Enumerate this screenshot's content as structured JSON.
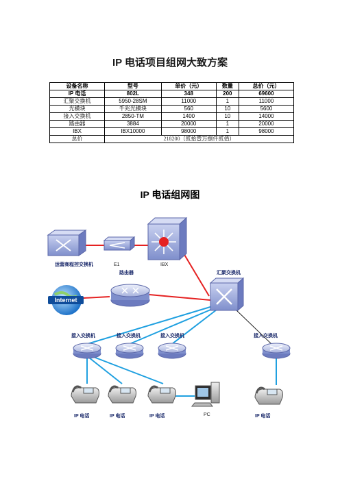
{
  "title": "IP 电话项目组网大致方案",
  "table": {
    "headers": [
      "设备名称",
      "型号",
      "单价（元）",
      "数量",
      "总价（元）"
    ],
    "rows": [
      [
        "IP 电话",
        "802L",
        "348",
        "200",
        "69600"
      ],
      [
        "汇聚交换机",
        "5950-28SM",
        "11000",
        "1",
        "11000"
      ],
      [
        "光模块",
        "千兆光模块",
        "560",
        "10",
        "5600"
      ],
      [
        "接入交换机",
        "2850-TM",
        "1400",
        "10",
        "14000"
      ],
      [
        "路由器",
        "3884",
        "20000",
        "1",
        "20000"
      ],
      [
        "IBX",
        "IBX10000",
        "98000",
        "1",
        "98000"
      ]
    ],
    "total_label": "总价",
    "total_value": "218200（贰拾壹万捌仟贰佰）"
  },
  "diagram_title": "IP 电话组网图",
  "labels": {
    "pbx": "运营商程控交换机",
    "e1": "E1",
    "ibx": "IBX",
    "router": "路由器",
    "core": "汇聚交换机",
    "internet": "Internet",
    "access1": "接入交换机",
    "access2": "接入交换机",
    "access3": "接入交换机",
    "access4": "接入交换机",
    "phone1": "IP 电话",
    "phone2": "IP 电话",
    "phone3": "IP 电话",
    "pc": "PC",
    "phone4": "IP 电话"
  },
  "colors": {
    "red_link": "#e52121",
    "blue_link": "#1fa0e0",
    "device_blue": "#8e9cd6"
  }
}
